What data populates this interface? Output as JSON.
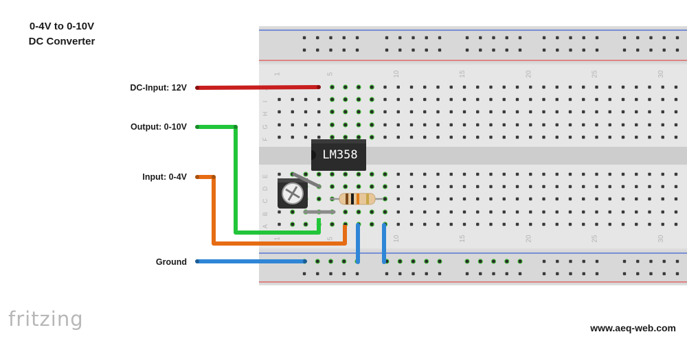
{
  "title": {
    "line1": "0-4V to 0-10V",
    "line2": "DC Converter"
  },
  "labels": {
    "dc_input": "DC-Input: 12V",
    "output": "Output: 0-10V",
    "input": "Input: 0-4V",
    "ground": "Ground"
  },
  "chip_label": "LM358",
  "breadboard": {
    "column_numbers": [
      "1",
      "5",
      "10",
      "15",
      "20",
      "25",
      "30"
    ],
    "row_letters_top": [
      "J",
      "I",
      "H",
      "G",
      "F"
    ],
    "row_letters_bottom": [
      "E",
      "D",
      "C",
      "B",
      "A"
    ]
  },
  "colors": {
    "dc_input_wire": "#c81e1e",
    "output_wire": "#22c53a",
    "input_wire": "#e66c14",
    "ground_wire": "#2f86d6",
    "power_rail_red": "#e05050",
    "power_rail_blue": "#3a62d6",
    "connected_hole": "#46c23c"
  },
  "brand": "fritzing",
  "website": "www.aeq-web.com"
}
